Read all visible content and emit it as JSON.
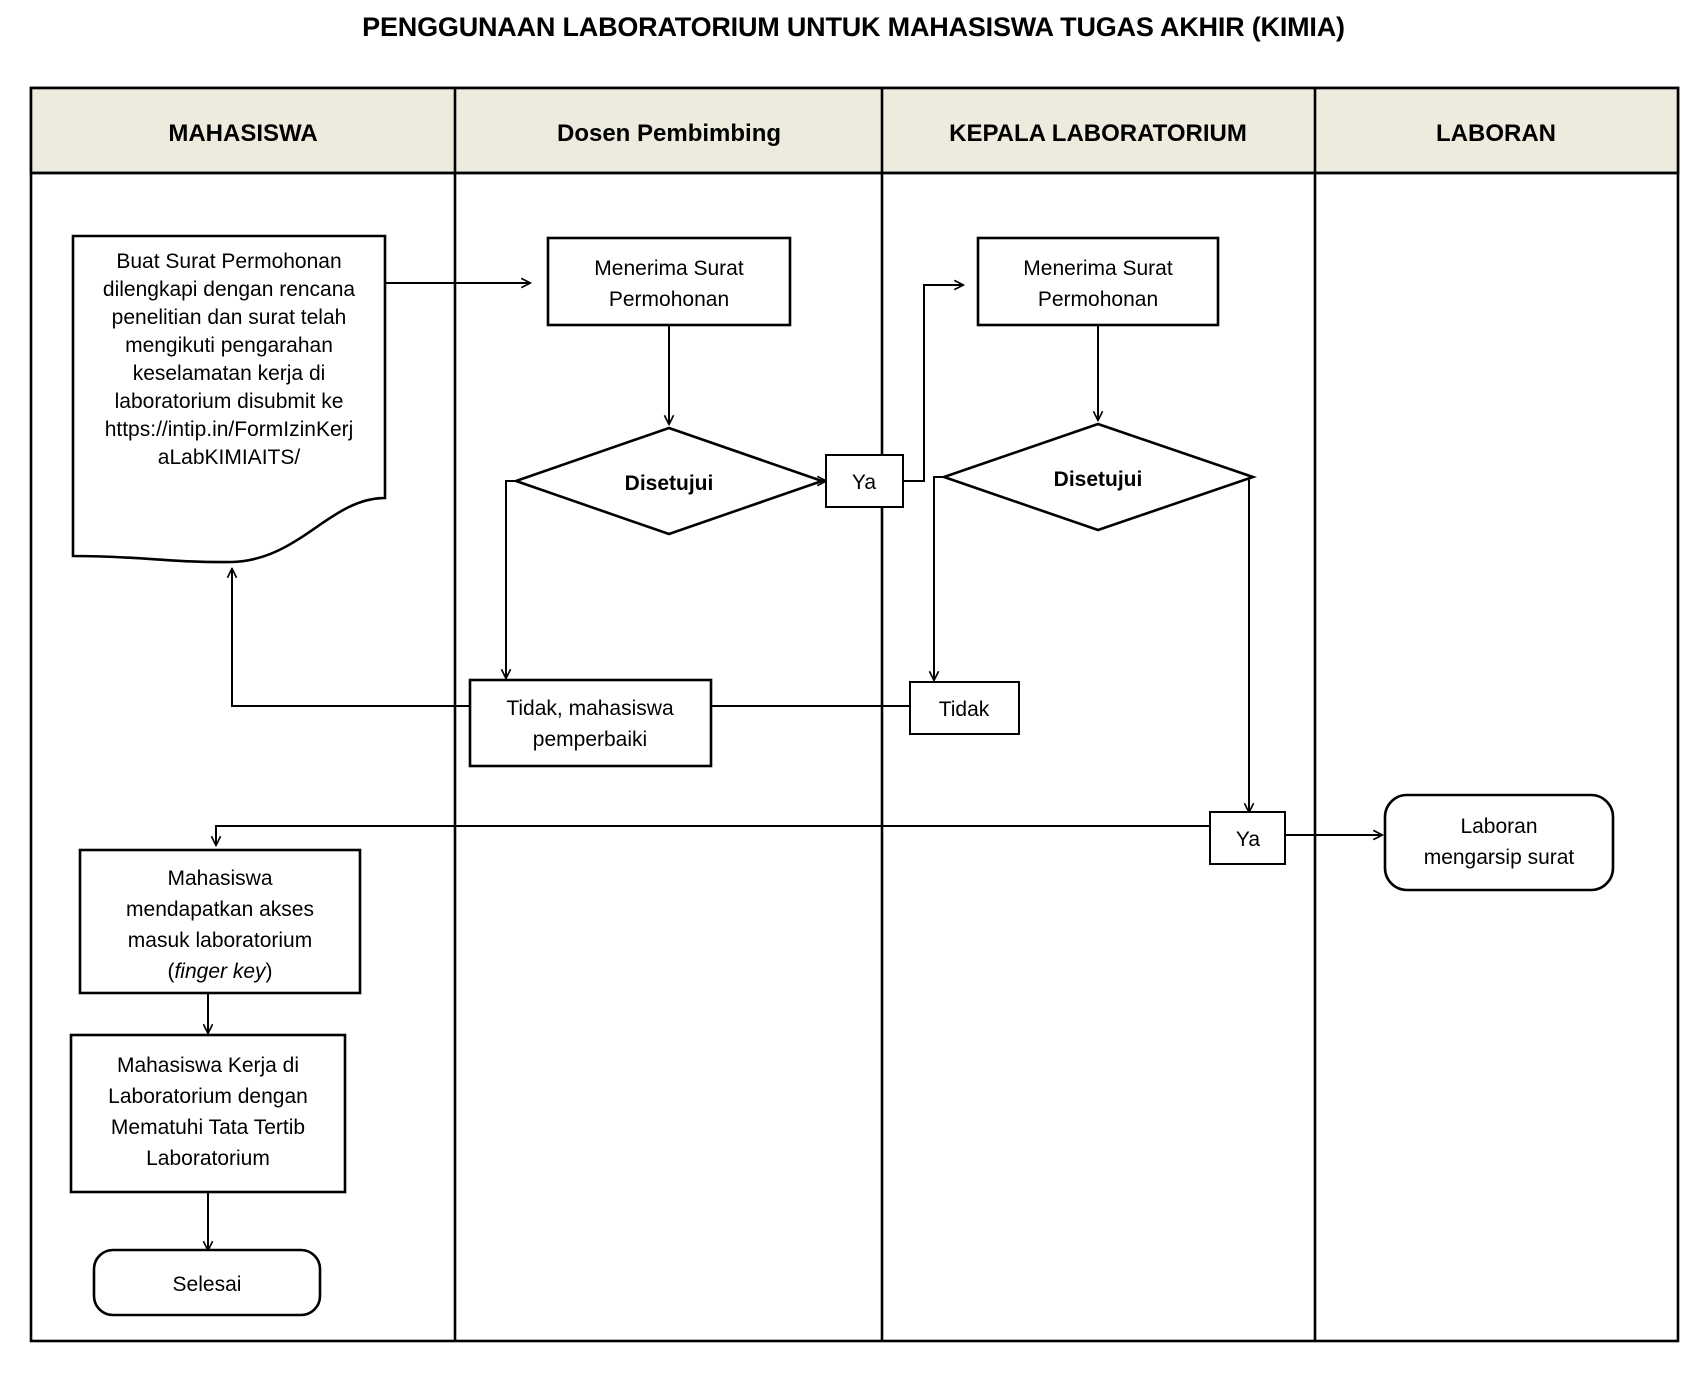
{
  "document": {
    "title": "PENGGUNAAN LABORATORIUM UNTUK MAHASISWA TUGAS AKHIR (KIMIA)"
  },
  "colors": {
    "lane_header_bg": "#edeade",
    "line": "#000000",
    "page_bg": "#ffffff"
  },
  "lanes": [
    {
      "id": "mahasiswa",
      "label": "MAHASISWA"
    },
    {
      "id": "dosen",
      "label": "Dosen Pembimbing"
    },
    {
      "id": "kepala",
      "label": "KEPALA LABORATORIUM"
    },
    {
      "id": "laboran",
      "label": "LABORAN"
    }
  ],
  "nodes": {
    "buat_surat": {
      "type": "document",
      "lane": "mahasiswa",
      "lines": [
        "Buat Surat Permohonan",
        "dilengkapi dengan rencana",
        "penelitian dan surat telah",
        "mengikuti pengarahan",
        "keselamatan kerja di",
        "laboratorium disubmit ke",
        "https://intip.in/FormIzinKerj",
        "aLabKIMIAITS/"
      ]
    },
    "terima_dosen": {
      "type": "process",
      "lane": "dosen",
      "lines": [
        "Menerima Surat",
        "Permohonan"
      ]
    },
    "disetujui_dosen": {
      "type": "decision",
      "lane": "dosen",
      "lines": [
        "Disetujui"
      ]
    },
    "ya_dosen": {
      "type": "label-box",
      "lane": "dosen",
      "lines": [
        "Ya"
      ]
    },
    "tidak_dosen": {
      "type": "process",
      "lane": "dosen",
      "lines": [
        "Tidak, mahasiswa",
        "pemperbaiki"
      ]
    },
    "terima_kepala": {
      "type": "process",
      "lane": "kepala",
      "lines": [
        "Menerima Surat",
        "Permohonan"
      ]
    },
    "disetujui_kepala": {
      "type": "decision",
      "lane": "kepala",
      "lines": [
        "Disetujui"
      ]
    },
    "tidak_kepala": {
      "type": "label-box",
      "lane": "kepala",
      "lines": [
        "Tidak"
      ]
    },
    "ya_kepala": {
      "type": "label-box",
      "lane": "kepala",
      "lines": [
        "Ya"
      ]
    },
    "laboran_arsip": {
      "type": "terminator",
      "lane": "laboran",
      "lines": [
        "Laboran",
        "mengarsip surat"
      ]
    },
    "akses_masuk": {
      "type": "process",
      "lane": "mahasiswa",
      "lines": [
        "Mahasiswa",
        "mendapatkan akses",
        "masuk laboratorium"
      ],
      "italic_line": "(finger key)",
      "italic_open": "(",
      "italic_body": "finger key",
      "italic_close": ")"
    },
    "kerja_lab": {
      "type": "process",
      "lane": "mahasiswa",
      "lines": [
        "Mahasiswa Kerja di",
        "Laboratorium dengan",
        "Mematuhi Tata Tertib",
        "Laboratorium"
      ]
    },
    "selesai": {
      "type": "terminator",
      "lane": "mahasiswa",
      "lines": [
        "Selesai"
      ]
    }
  }
}
